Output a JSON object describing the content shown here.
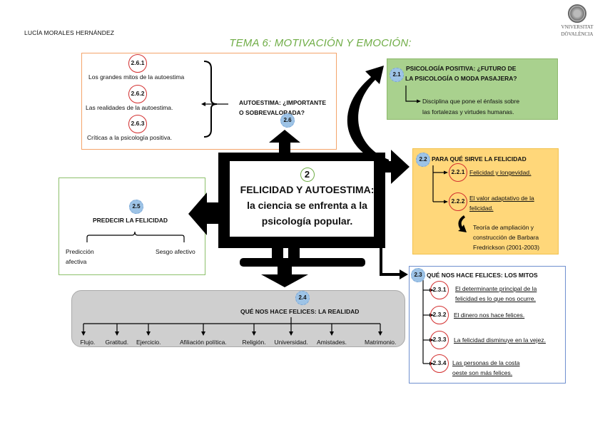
{
  "header": {
    "author": "LUCÍA MORALES HERNÁNDEZ",
    "title": "TEMA 6: MOTIVACIÓN Y EMOCIÓN:",
    "logo": {
      "icon": "university-seal-icon",
      "line1": "VNIVERSITAT",
      "line2": "DÖVALÈNCIA"
    }
  },
  "center": {
    "number": "2",
    "line1": "FELICIDAD Y AUTOESTIMA:",
    "line2": "la ciencia se enfrenta a la",
    "line3": "psicología popular."
  },
  "section_2_6": {
    "badge": "2.6",
    "title_line1": "AUTOESTIMA: ¿IMPORTANTE",
    "title_line2": "O SOBREVALORADA?",
    "items": [
      {
        "badge": "2.6.1",
        "label": "Los grandes mitos de la autoestima"
      },
      {
        "badge": "2.6.2",
        "label": "Las realidades de la autoestima."
      },
      {
        "badge": "2.6.3",
        "label": "Críticas a la psicología positiva."
      }
    ]
  },
  "section_2_1": {
    "badge": "2.1",
    "title_line1": "PSICOLOGÍA POSITIVA: ¿FUTURO DE",
    "title_line2": "LA PSICOLOGÍA O MODA PASAJERA?",
    "desc_line1": "Disciplina que pone el énfasis sobre",
    "desc_line2": "las fortalezas y virtudes humanas."
  },
  "section_2_2": {
    "badge": "2.2",
    "title": "PARA QUÉ SIRVE LA FELICIDAD",
    "items": [
      {
        "badge": "2.2.1",
        "label_line1": "Felicidad y longevidad.",
        "label_line2": ""
      },
      {
        "badge": "2.2.2",
        "label_line1": "El valor adaptativo de la",
        "label_line2": "felicidad."
      }
    ],
    "note_line1": "Teoría de ampliación y",
    "note_line2": "construcción de Barbara",
    "note_line3": "Fredrickson (2001-2003)"
  },
  "section_2_3": {
    "badge": "2.3",
    "title": "QUÉ NOS HACE FELICES: LOS MITOS",
    "items": [
      {
        "badge": "2.3.1",
        "label_line1": "El determinante principal de la",
        "label_line2": "felicidad es lo que nos ocurre."
      },
      {
        "badge": "2.3.2",
        "label_line1": "El dinero nos hace felices.",
        "label_line2": ""
      },
      {
        "badge": "2.3.3",
        "label_line1": "La felicidad disminuye en la vejez.",
        "label_line2": ""
      },
      {
        "badge": "2.3.4",
        "label_line1": "Las personas de la costa",
        "label_line2": "oeste son más felices."
      }
    ]
  },
  "section_2_4": {
    "badge": "2.4",
    "title": "QUÉ NOS HACE FELICES: LA REALIDAD",
    "items": [
      "Flujo.",
      "Gratitud.",
      "Ejercicio.",
      "Afiliación política.",
      "Religión.",
      "Universidad.",
      "Amistades.",
      "Matrimonio."
    ]
  },
  "section_2_5": {
    "badge": "2.5",
    "title": "PREDECIR LA FELICIDAD",
    "left_line1": "Predicción",
    "left_line2": "afectiva",
    "right": "Sesgo afectivo"
  },
  "colors": {
    "title_green": "#70ad47",
    "badge_red": "#d32f2f",
    "badge_blue": "#9dc3e6",
    "box_2_6_border": "#f4a46a",
    "box_2_1_fill": "#a9d18e",
    "box_2_2_fill": "#ffd77a",
    "box_2_3_border": "#6f8fcf",
    "box_2_5_border": "#8dc06b",
    "box_2_4_fill": "#cfcfcf"
  }
}
